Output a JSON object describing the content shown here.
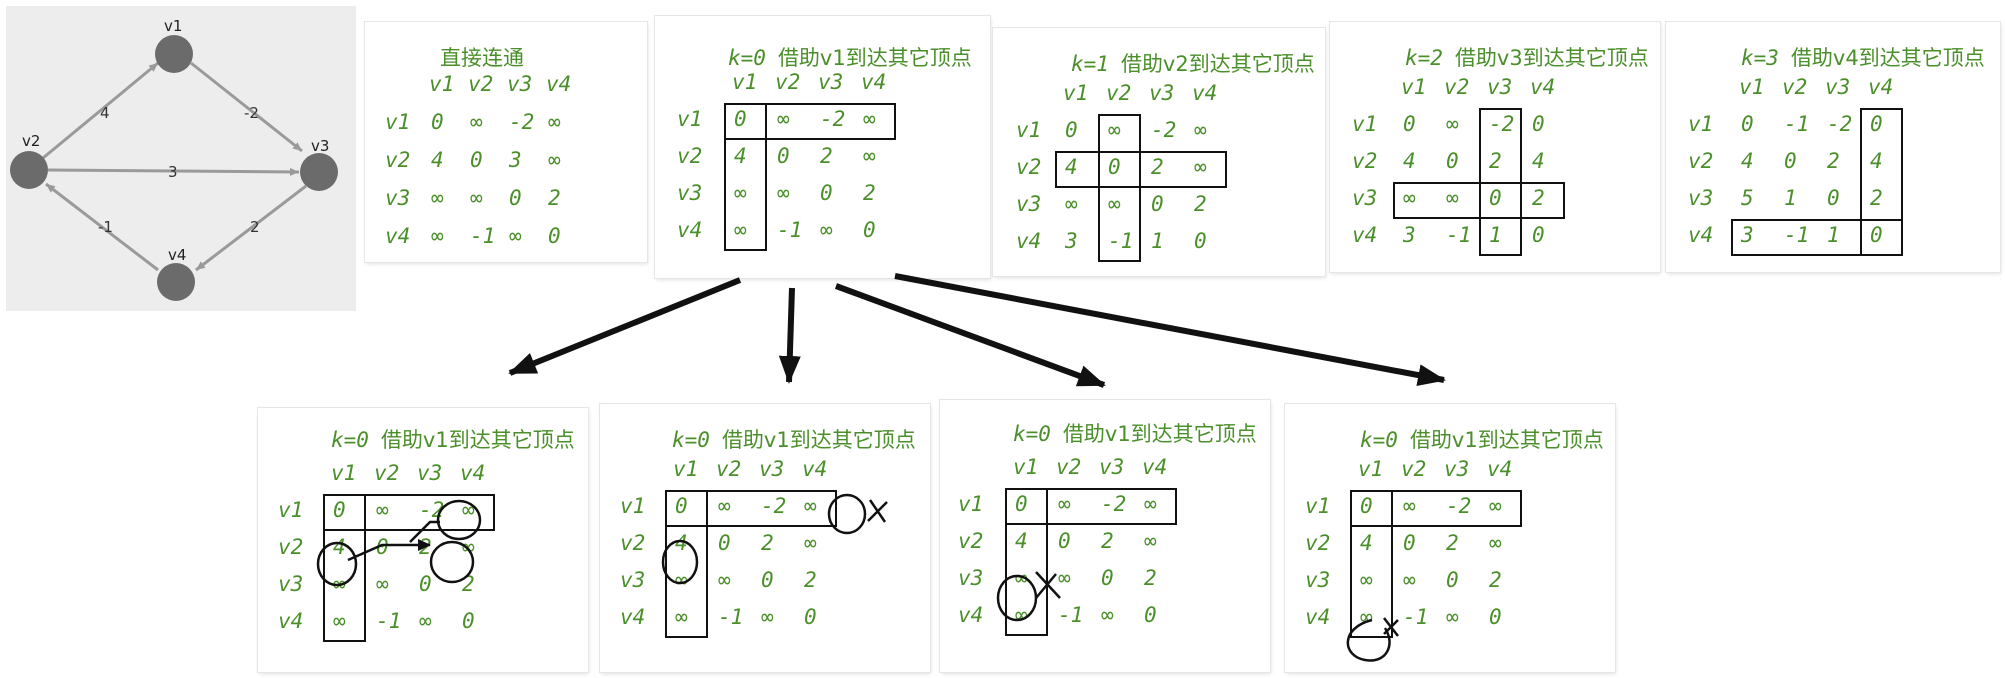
{
  "graph": {
    "nodes": [
      "v1",
      "v2",
      "v3",
      "v4"
    ],
    "edges": [
      {
        "from": "v2",
        "to": "v1",
        "weight": "4"
      },
      {
        "from": "v1",
        "to": "v3",
        "weight": "-2"
      },
      {
        "from": "v2",
        "to": "v3",
        "weight": "3"
      },
      {
        "from": "v3",
        "to": "v4",
        "weight": "2"
      },
      {
        "from": "v4",
        "to": "v2",
        "weight": "-1"
      }
    ]
  },
  "headers": [
    "v1",
    "v2",
    "v3",
    "v4"
  ],
  "rows": [
    "v1",
    "v2",
    "v3",
    "v4"
  ],
  "tables": [
    {
      "id": "direct",
      "title_prefix": "",
      "title_zh": "直接连通",
      "cells": [
        [
          "0",
          "∞",
          "-2",
          "∞"
        ],
        [
          "4",
          "0",
          "3",
          "∞"
        ],
        [
          "∞",
          "∞",
          "0",
          "2"
        ],
        [
          "∞",
          "-1",
          "∞",
          "0"
        ]
      ]
    },
    {
      "id": "k0",
      "title_prefix": "k=0",
      "title_zh": "借助v1到达其它顶点",
      "cells": [
        [
          "0",
          "∞",
          "-2",
          "∞"
        ],
        [
          "4",
          "0",
          "2",
          "∞"
        ],
        [
          "∞",
          "∞",
          "0",
          "2"
        ],
        [
          "∞",
          "-1",
          "∞",
          "0"
        ]
      ]
    },
    {
      "id": "k1",
      "title_prefix": "k=1",
      "title_zh": "借助v2到达其它顶点",
      "cells": [
        [
          "0",
          "∞",
          "-2",
          "∞"
        ],
        [
          "4",
          "0",
          "2",
          "∞"
        ],
        [
          "∞",
          "∞",
          "0",
          "2"
        ],
        [
          "3",
          "-1",
          "1",
          "0"
        ]
      ]
    },
    {
      "id": "k2",
      "title_prefix": "k=2",
      "title_zh": "借助v3到达其它顶点",
      "cells": [
        [
          "0",
          "∞",
          "-2",
          "0"
        ],
        [
          "4",
          "0",
          "2",
          "4"
        ],
        [
          "∞",
          "∞",
          "0",
          "2"
        ],
        [
          "3",
          "-1",
          "1",
          "0"
        ]
      ]
    },
    {
      "id": "k3",
      "title_prefix": "k=3",
      "title_zh": "借助v4到达其它顶点",
      "cells": [
        [
          "0",
          "-1",
          "-2",
          "0"
        ],
        [
          "4",
          "0",
          "2",
          "4"
        ],
        [
          "5",
          "1",
          "0",
          "2"
        ],
        [
          "3",
          "-1",
          "1",
          "0"
        ]
      ]
    },
    {
      "id": "d1",
      "title_prefix": "k=0",
      "title_zh": "借助v1到达其它顶点",
      "cells": [
        [
          "0",
          "∞",
          "-2",
          "∞"
        ],
        [
          "4",
          "0",
          "2",
          "∞"
        ],
        [
          "∞",
          "∞",
          "0",
          "2"
        ],
        [
          "∞",
          "-1",
          "∞",
          "0"
        ]
      ]
    },
    {
      "id": "d2",
      "title_prefix": "k=0",
      "title_zh": "借助v1到达其它顶点",
      "cells": [
        [
          "0",
          "∞",
          "-2",
          "∞"
        ],
        [
          "4",
          "0",
          "2",
          "∞"
        ],
        [
          "∞",
          "∞",
          "0",
          "2"
        ],
        [
          "∞",
          "-1",
          "∞",
          "0"
        ]
      ]
    },
    {
      "id": "d3",
      "title_prefix": "k=0",
      "title_zh": "借助v1到达其它顶点",
      "cells": [
        [
          "0",
          "∞",
          "-2",
          "∞"
        ],
        [
          "4",
          "0",
          "2",
          "∞"
        ],
        [
          "∞",
          "∞",
          "0",
          "2"
        ],
        [
          "∞",
          "-1",
          "∞",
          "0"
        ]
      ]
    },
    {
      "id": "d4",
      "title_prefix": "k=0",
      "title_zh": "借助v1到达其它顶点",
      "cells": [
        [
          "0",
          "∞",
          "-2",
          "∞"
        ],
        [
          "4",
          "0",
          "2",
          "∞"
        ],
        [
          "∞",
          "∞",
          "0",
          "2"
        ],
        [
          "∞",
          "-1",
          "∞",
          "0"
        ]
      ]
    }
  ]
}
